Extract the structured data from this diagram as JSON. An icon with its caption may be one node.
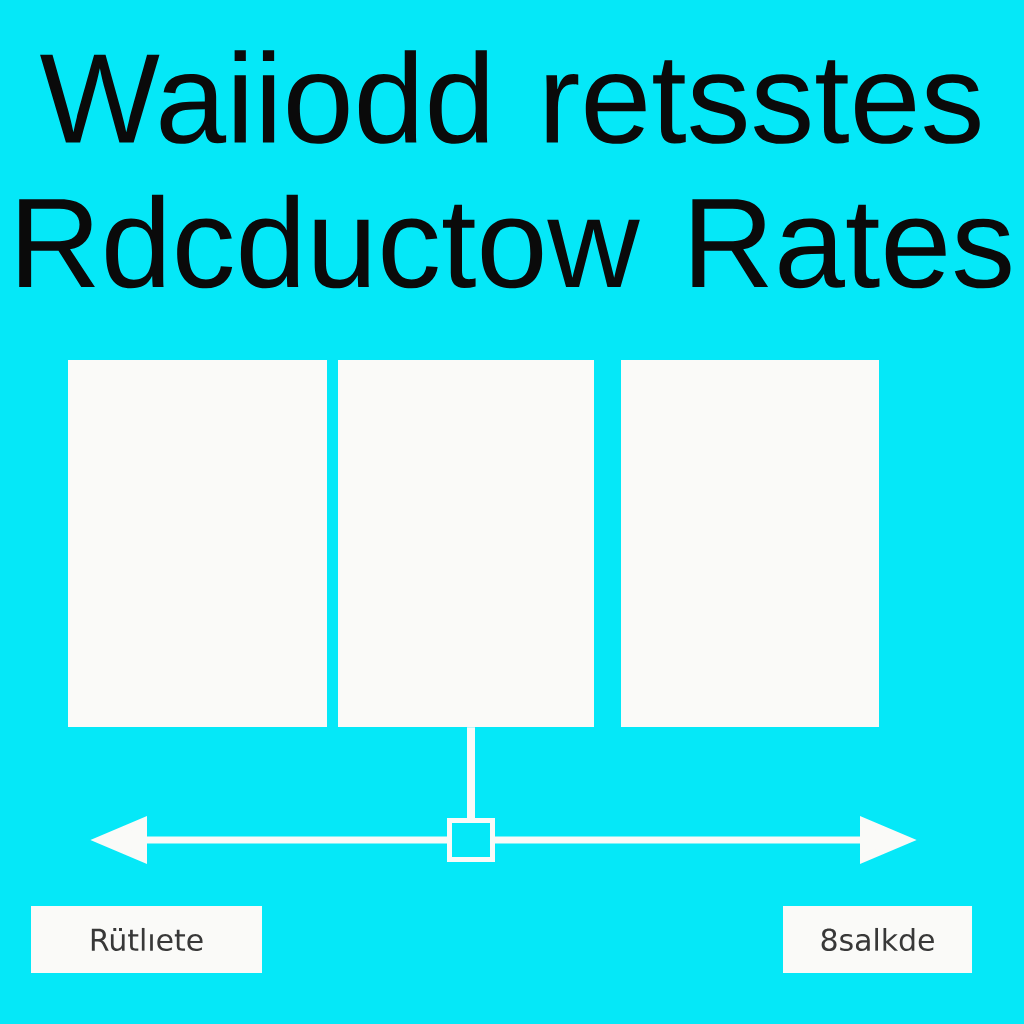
{
  "diagram": {
    "title": "Waiiodd retsstes Rdcductow Rates",
    "nodes": [
      {
        "text": [],
        "shape": "box"
      },
      {
        "text": [],
        "shape": "box"
      },
      {
        "text": [],
        "shape": "box"
      },
      {
        "text": [],
        "shape": "box"
      },
      {
        "text": [
          "Rütlıete"
        ]
      },
      {
        "text": [
          "8salkde"
        ]
      }
    ],
    "edges": [
      {
        "from": 1,
        "to": 3,
        "arrow": "none"
      },
      {
        "from": 3,
        "to": null,
        "arrow": "to"
      },
      {
        "from": 3,
        "to": null,
        "arrow": "to"
      }
    ]
  }
}
